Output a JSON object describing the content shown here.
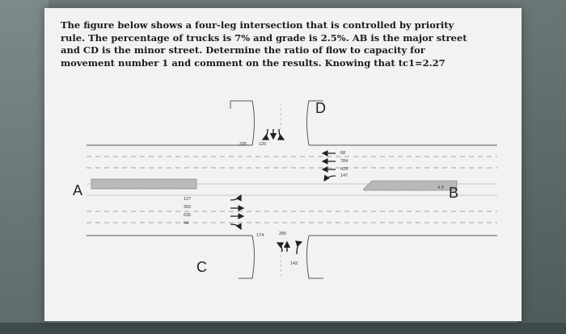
{
  "question": {
    "text": "The figure below shows a four-leg intersection that is controlled by priority rule. The percentage of trucks is 7% and grade is 2.5%. AB is the major street and CD is the minor street. Determine the ratio of flow to capacity for movement number 1 and comment on the results. Knowing that tc1=2.27"
  },
  "figure": {
    "labels": {
      "a": "A",
      "b": "B",
      "c": "C",
      "d": "D"
    },
    "volumes": {
      "north_left": "335",
      "north_right": "120",
      "east": [
        "68",
        "784",
        "429",
        "147"
      ],
      "west": [
        "127",
        "392",
        "635",
        "94"
      ],
      "south_left": "174",
      "south_right": "280",
      "south_extra": "142",
      "east_side_right": "4 3"
    }
  }
}
